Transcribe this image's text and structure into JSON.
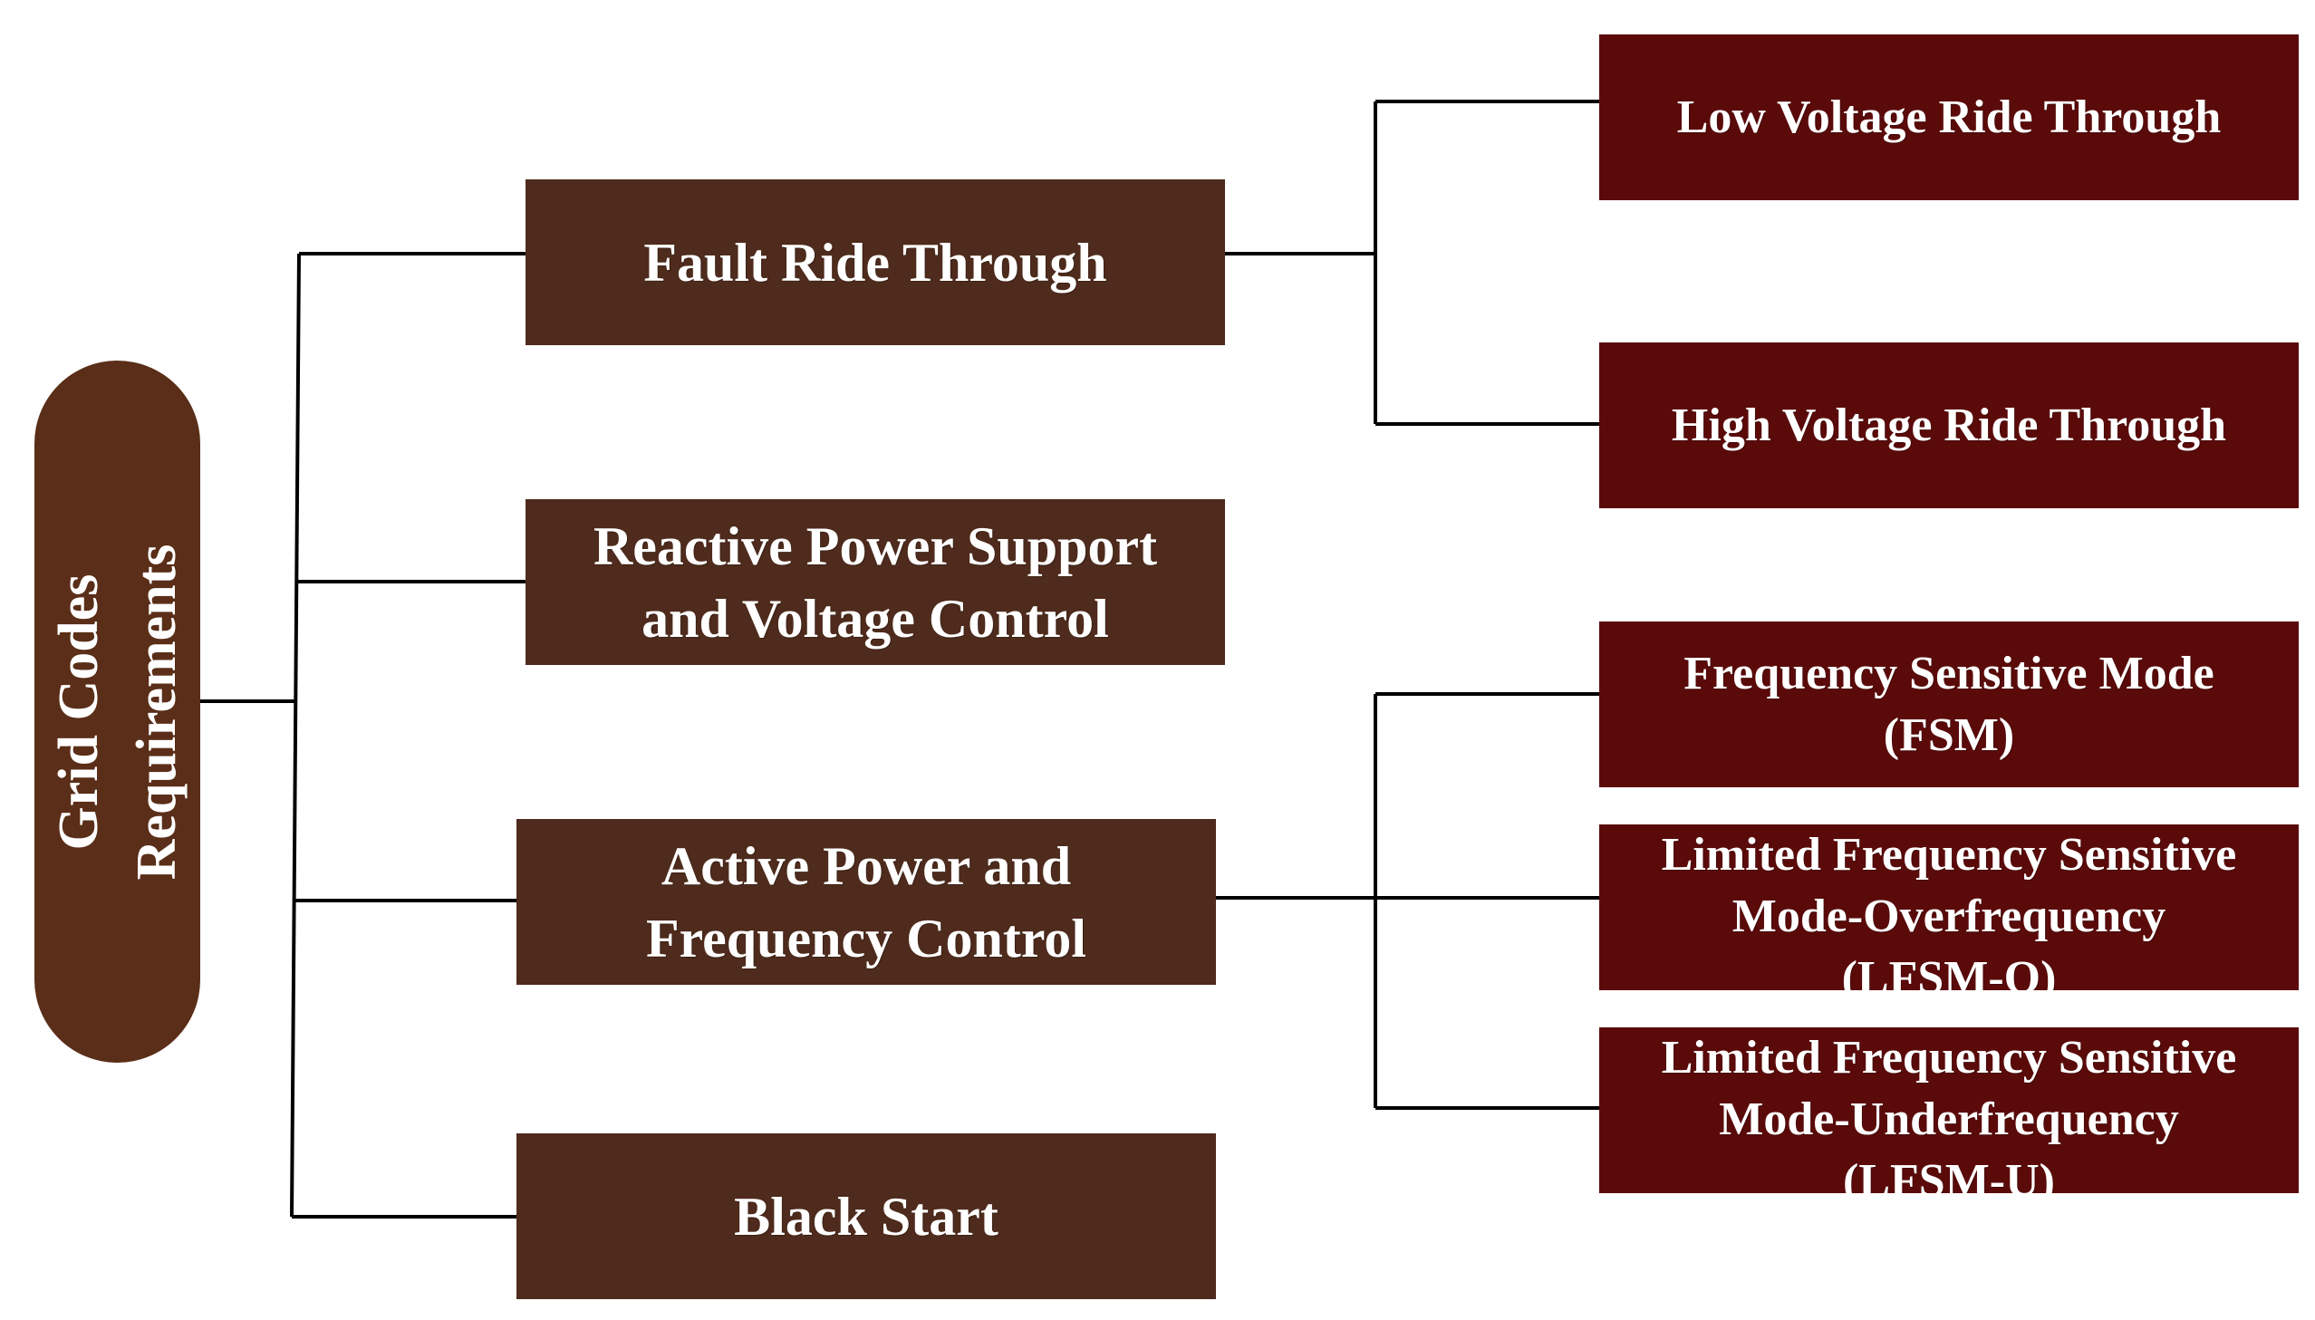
{
  "root": {
    "lines": [
      "Grid Codes",
      "Requirements"
    ]
  },
  "categories": [
    {
      "lines": [
        "Fault Ride Through"
      ]
    },
    {
      "lines": [
        "Reactive Power Support",
        "and Voltage Control"
      ]
    },
    {
      "lines": [
        "Active Power and",
        "Frequency Control"
      ]
    },
    {
      "lines": [
        "Black Start"
      ]
    }
  ],
  "subcategories": [
    {
      "lines": [
        "Low Voltage Ride Through"
      ]
    },
    {
      "lines": [
        "High Voltage Ride Through"
      ]
    },
    {
      "lines": [
        "Frequency Sensitive Mode",
        "(FSM)"
      ]
    },
    {
      "lines": [
        "Limited Frequency Sensitive",
        "Mode-Overfrequency",
        "(LFSM-O)"
      ]
    },
    {
      "lines": [
        "Limited Frequency Sensitive",
        "Mode-Underfrequency",
        "(LFSM-U)"
      ]
    }
  ],
  "colors": {
    "root": "#5a2e18",
    "category": "#4e2b1c",
    "subcategory": "#5b0a0a",
    "connector": "#000000"
  }
}
